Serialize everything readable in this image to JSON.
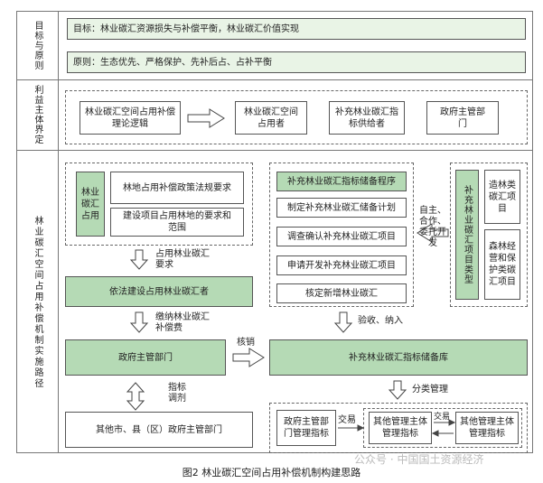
{
  "left_column": {
    "goals": "目标与原则",
    "subjects": "利益主体界定",
    "path": "林业碳汇空间占用补偿机制实施路径"
  },
  "goal_box": "目标：林业碳汇资源损失与补偿平衡，林业碳汇价值实现",
  "principle_box": "原则：生态优先、严格保护、先补后占、占补平衡",
  "subjects_row": {
    "theory": "林业碳汇空间占用补偿理论逻辑",
    "occupier": "林业碳汇空间占用者",
    "supplier": "补充林业碳汇指标供给者",
    "gov": "政府主管部门"
  },
  "occupy_block": {
    "title": "林业碳汇占用",
    "policy": "林地占用补偿政策法规要求",
    "project": "建设项目占用林地的要求和范围"
  },
  "labels": {
    "occupy_req": "占用林业碳汇要求",
    "pay_fee": "缴纳林业碳汇补偿费",
    "verify": "核销",
    "adjust": "指标调剂",
    "accept": "验收、纳入",
    "classify": "分类管理",
    "trade1": "交易",
    "trade2": "交易",
    "self_dev": "自主、合作、委托开发"
  },
  "build_occupier": "依法建设占用林业碳汇者",
  "gov_dept": "政府主管部门",
  "other_gov": "其他市、县（区）政府主管部门",
  "reserve_block": {
    "title": "补充林业碳汇指标储备程序",
    "steps": [
      "制定补充林业碳汇储备计划",
      "调查确认补充林业碳汇项目",
      "申请开发补充林业碳汇项目",
      "核定新增林业碳汇"
    ]
  },
  "types_block": {
    "title": "补充林业碳汇项目类型",
    "afforest": "造林类碳汇项目",
    "manage": "森林经营和保护类碳汇项目"
  },
  "reserve_bank": "补充林业碳汇指标储备库",
  "trade_block": {
    "gov_mgmt": "政府主管部门管理指标",
    "other1": "其他管理主体管理指标",
    "other2": "其他管理主体管理指标"
  },
  "caption": "图2  林业碳汇空间占用补偿机制构建思路",
  "watermark": "公众号 · 中国国土资源经济"
}
